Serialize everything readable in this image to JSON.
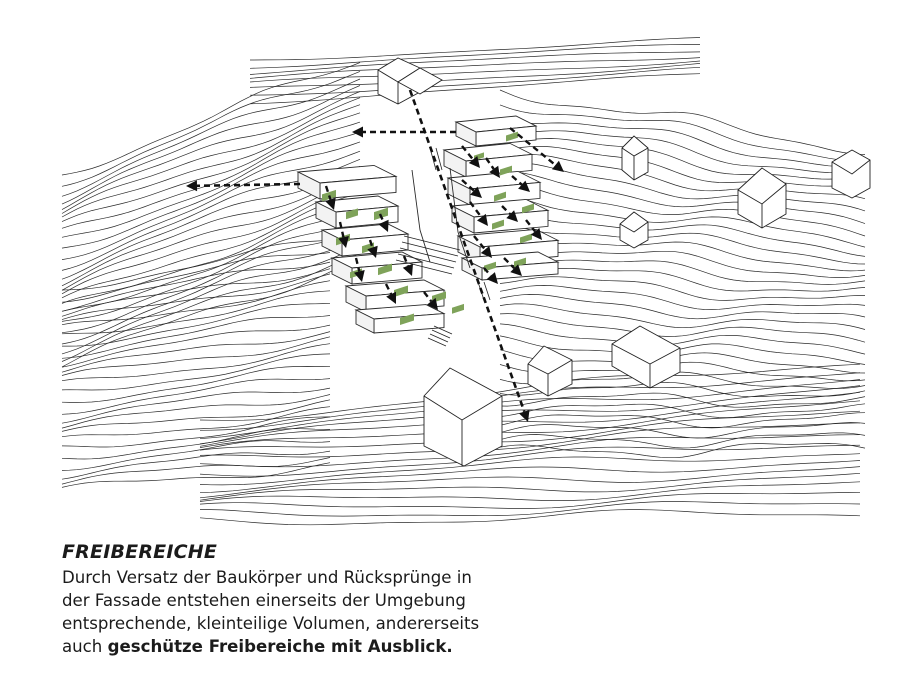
{
  "caption": {
    "title": "FREIBEREICHE",
    "line1": "Durch Versatz der Baukörper und Rücksprünge in",
    "line2": "der Fassade entstehen einerseits der Umgebung",
    "line3": "entsprechende, kleinteilige Volumen, andererseits",
    "line4_prefix": "auch ",
    "line4_bold": "geschütze Freibereiche mit Ausblick."
  },
  "diagram": {
    "line_color": "#2a2a2a",
    "terrace_color": "#7fa35a",
    "arrow_color": "#111111",
    "background": "#ffffff"
  }
}
